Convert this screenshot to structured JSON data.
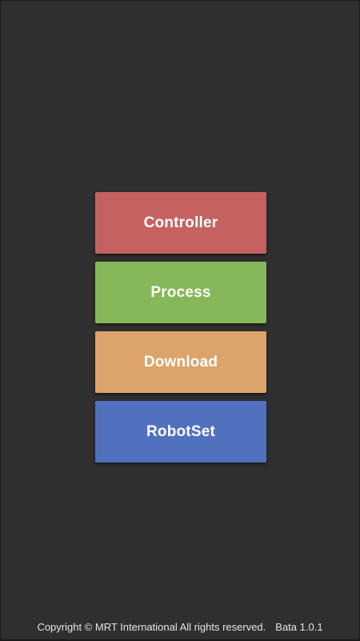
{
  "menu": {
    "items": [
      {
        "label": "Controller",
        "color": "#c46262"
      },
      {
        "label": "Process",
        "color": "#86b85a"
      },
      {
        "label": "Download",
        "color": "#dba46b"
      },
      {
        "label": "RobotSet",
        "color": "#5171bf"
      }
    ]
  },
  "footer": {
    "copyright": "Copyright © MRT International All rights reserved.",
    "version": "Bata 1.0.1"
  },
  "colors": {
    "background": "#2f2f2f",
    "text": "#ffffff"
  }
}
